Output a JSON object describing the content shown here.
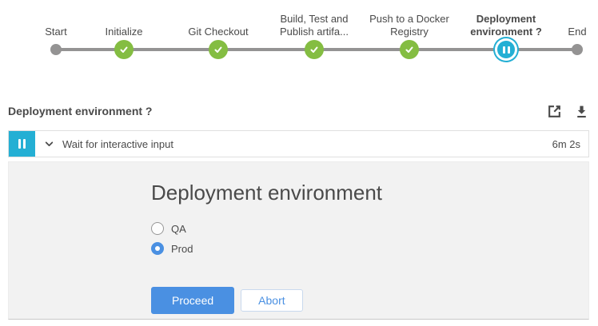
{
  "pipeline": {
    "nodes": [
      {
        "label": "Start",
        "status": "not_built"
      },
      {
        "label": "Initialize",
        "status": "success"
      },
      {
        "label": "Git Checkout",
        "status": "success"
      },
      {
        "label": "Build, Test and\nPublish artifa...",
        "status": "success"
      },
      {
        "label": "Push to a Docker\nRegistry",
        "status": "success"
      },
      {
        "label": "Deployment\nenvironment ?",
        "status": "paused"
      },
      {
        "label": "End",
        "status": "not_built"
      }
    ]
  },
  "stage_panel": {
    "title": "Deployment environment ?",
    "action_icons": [
      "open-in-new-tab-icon",
      "download-log-icon"
    ]
  },
  "step": {
    "status_icon": "pause-icon",
    "expander_icon": "chevron-down-icon",
    "label": "Wait for interactive input",
    "duration": "6m 2s"
  },
  "input_form": {
    "title": "Deployment environment",
    "options": [
      {
        "label": "QA",
        "selected": false
      },
      {
        "label": "Prod",
        "selected": true
      }
    ],
    "proceed_label": "Proceed",
    "abort_label": "Abort"
  },
  "colors": {
    "success_green": "#84bd42",
    "paused_cyan": "#24afd4",
    "accent_blue": "#4a90e2",
    "connector_gray": "#949393",
    "text_gray": "#4a4a4a",
    "panel_bg": "#f2f2f2"
  }
}
